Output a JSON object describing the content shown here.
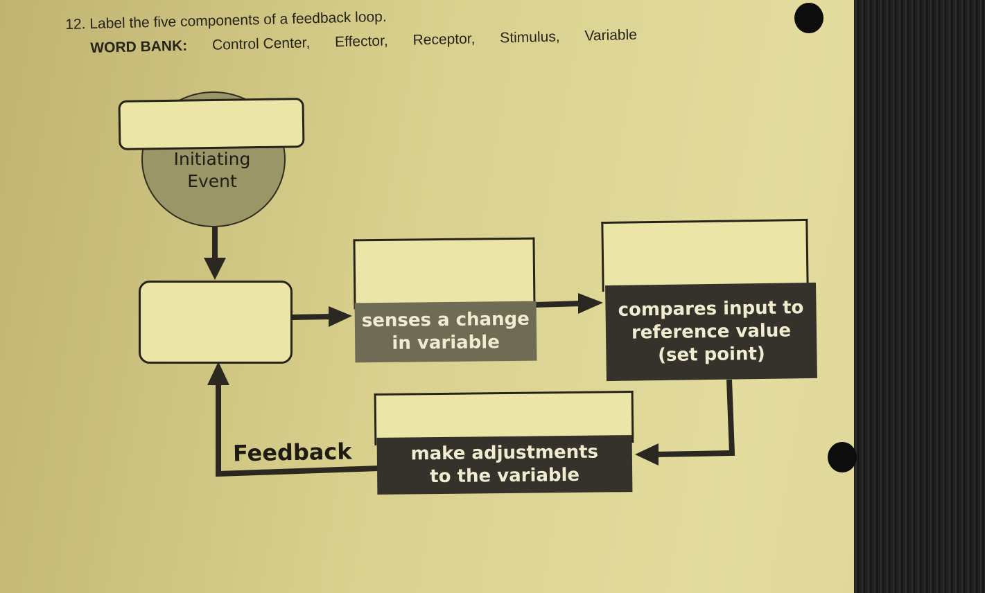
{
  "question": {
    "number": "12.",
    "prompt": "Label the five components of a feedback loop."
  },
  "word_bank": {
    "title": "WORD BANK:",
    "words": [
      "Control Center,",
      "Effector,",
      "Receptor,",
      "Stimulus,",
      "Variable"
    ]
  },
  "diagram": {
    "initiating_event": "Initiating Event",
    "receptor_desc": "senses a change in variable",
    "control_center_desc": "compares input to reference value (set point)",
    "effector_desc": "make adjustments to the variable",
    "feedback_label": "Feedback"
  }
}
